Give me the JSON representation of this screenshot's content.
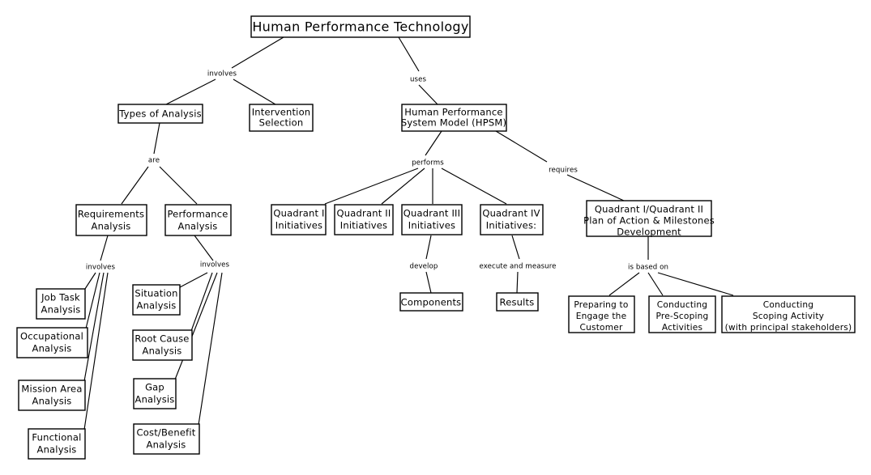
{
  "diagram": {
    "type": "concept-map",
    "title": "Human Performance Technology",
    "background_color": "#ffffff",
    "line_color": "#000000",
    "text_color": "#000000",
    "nodes": {
      "root": {
        "label": "Human Performance Technology"
      },
      "types_of_analysis": {
        "label": "Types of Analysis"
      },
      "intervention_selection": {
        "line1": "Intervention",
        "line2": "Selection"
      },
      "hpsm": {
        "line1": "Human Performance",
        "line2": "System Model (HPSM)"
      },
      "requirements_analysis": {
        "line1": "Requirements",
        "line2": "Analysis"
      },
      "performance_analysis": {
        "line1": "Performance",
        "line2": "Analysis"
      },
      "job_task_analysis": {
        "line1": "Job Task",
        "line2": "Analysis"
      },
      "occupational_analysis": {
        "line1": "Occupational",
        "line2": "Analysis"
      },
      "mission_area_analysis": {
        "line1": "Mission Area",
        "line2": "Analysis"
      },
      "functional_analysis": {
        "line1": "Functional",
        "line2": "Analysis"
      },
      "situation_analysis": {
        "line1": "Situation",
        "line2": "Analysis"
      },
      "root_cause_analysis": {
        "line1": "Root Cause",
        "line2": "Analysis"
      },
      "gap_analysis": {
        "line1": "Gap",
        "line2": "Analysis"
      },
      "cost_benefit_analysis": {
        "line1": "Cost/Benefit",
        "line2": "Analysis"
      },
      "quadrant_i": {
        "line1": "Quadrant I",
        "line2": "Initiatives"
      },
      "quadrant_ii": {
        "line1": "Quadrant II",
        "line2": "Initiatives"
      },
      "quadrant_iii": {
        "line1": "Quadrant III",
        "line2": "Initiatives"
      },
      "quadrant_iv": {
        "line1": "Quadrant IV",
        "line2": "Initiatives:"
      },
      "components": {
        "label": "Components"
      },
      "results": {
        "label": "Results"
      },
      "poam": {
        "line1": "Quadrant I/Quadrant II",
        "line2": "Plan of Action & Milestones",
        "line3": "Development"
      },
      "preparing_customer": {
        "line1": "Preparing to",
        "line2": "Engage the",
        "line3": "Customer"
      },
      "pre_scoping": {
        "line1": "Conducting",
        "line2": "Pre-Scoping",
        "line3": "Activities"
      },
      "scoping_activity": {
        "line1": "Conducting",
        "line2": "Scoping Activity",
        "line3": "(with principal stakeholders)"
      }
    },
    "link_labels": {
      "involves_top": "involves",
      "uses": "uses",
      "are": "are",
      "involves_requirements": "involves",
      "involves_performance": "involves",
      "performs": "performs",
      "requires": "requires",
      "develop": "develop",
      "execute_and_measure": "execute and measure",
      "is_based_on": "is based on"
    }
  }
}
